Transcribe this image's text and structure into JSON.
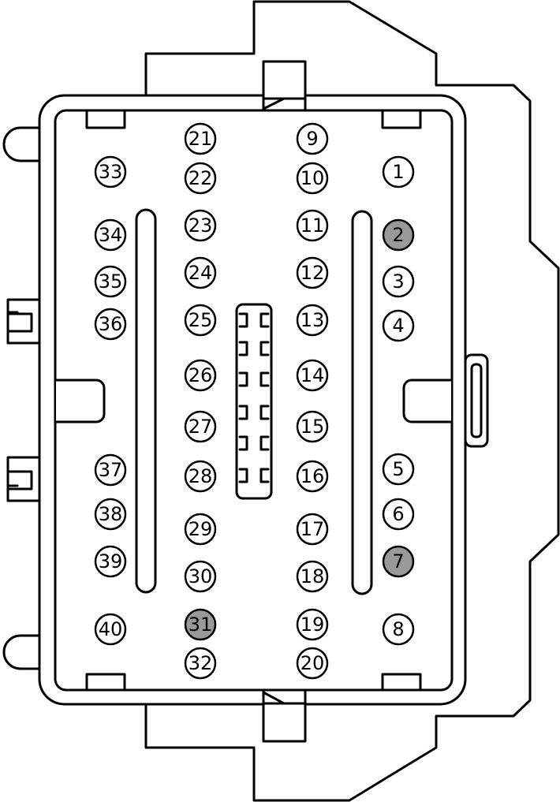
{
  "connector": {
    "pins": [
      {
        "label": "1",
        "col": "d",
        "row": 1,
        "highlighted": false
      },
      {
        "label": "2",
        "col": "d",
        "row": 2,
        "highlighted": true
      },
      {
        "label": "3",
        "col": "d",
        "row": 3,
        "highlighted": false
      },
      {
        "label": "4",
        "col": "d",
        "row": 4,
        "highlighted": false
      },
      {
        "label": "5",
        "col": "d",
        "row": 5,
        "highlighted": false
      },
      {
        "label": "6",
        "col": "d",
        "row": 6,
        "highlighted": false
      },
      {
        "label": "7",
        "col": "d",
        "row": 7,
        "highlighted": true
      },
      {
        "label": "8",
        "col": "d",
        "row": 8,
        "highlighted": false
      },
      {
        "label": "9",
        "col": "c",
        "row": 1,
        "highlighted": false
      },
      {
        "label": "10",
        "col": "c",
        "row": 2,
        "highlighted": false
      },
      {
        "label": "11",
        "col": "c",
        "row": 3,
        "highlighted": false
      },
      {
        "label": "12",
        "col": "c",
        "row": 4,
        "highlighted": false
      },
      {
        "label": "13",
        "col": "c",
        "row": 5,
        "highlighted": false
      },
      {
        "label": "14",
        "col": "c",
        "row": 6,
        "highlighted": false
      },
      {
        "label": "15",
        "col": "c",
        "row": 7,
        "highlighted": false
      },
      {
        "label": "16",
        "col": "c",
        "row": 8,
        "highlighted": false
      },
      {
        "label": "17",
        "col": "c",
        "row": 9,
        "highlighted": false
      },
      {
        "label": "18",
        "col": "c",
        "row": 10,
        "highlighted": false
      },
      {
        "label": "19",
        "col": "c",
        "row": 11,
        "highlighted": false
      },
      {
        "label": "20",
        "col": "c",
        "row": 12,
        "highlighted": false
      },
      {
        "label": "21",
        "col": "b",
        "row": 1,
        "highlighted": false
      },
      {
        "label": "22",
        "col": "b",
        "row": 2,
        "highlighted": false
      },
      {
        "label": "23",
        "col": "b",
        "row": 3,
        "highlighted": false
      },
      {
        "label": "24",
        "col": "b",
        "row": 4,
        "highlighted": false
      },
      {
        "label": "25",
        "col": "b",
        "row": 5,
        "highlighted": false
      },
      {
        "label": "26",
        "col": "b",
        "row": 6,
        "highlighted": false
      },
      {
        "label": "27",
        "col": "b",
        "row": 7,
        "highlighted": false
      },
      {
        "label": "28",
        "col": "b",
        "row": 8,
        "highlighted": false
      },
      {
        "label": "29",
        "col": "b",
        "row": 9,
        "highlighted": false
      },
      {
        "label": "30",
        "col": "b",
        "row": 10,
        "highlighted": false
      },
      {
        "label": "31",
        "col": "b",
        "row": 11,
        "highlighted": true
      },
      {
        "label": "32",
        "col": "b",
        "row": 12,
        "highlighted": false
      },
      {
        "label": "33",
        "col": "a",
        "row": 1,
        "highlighted": false
      },
      {
        "label": "34",
        "col": "a",
        "row": 2,
        "highlighted": false
      },
      {
        "label": "35",
        "col": "a",
        "row": 3,
        "highlighted": false
      },
      {
        "label": "36",
        "col": "a",
        "row": 4,
        "highlighted": false
      },
      {
        "label": "37",
        "col": "a",
        "row": 5,
        "highlighted": false
      },
      {
        "label": "38",
        "col": "a",
        "row": 6,
        "highlighted": false
      },
      {
        "label": "39",
        "col": "a",
        "row": 7,
        "highlighted": false
      },
      {
        "label": "40",
        "col": "a",
        "row": 8,
        "highlighted": false
      }
    ]
  },
  "colors": {
    "line": "#000000",
    "pin_fill": "#ffffff",
    "pin_highlight": "#999999"
  }
}
